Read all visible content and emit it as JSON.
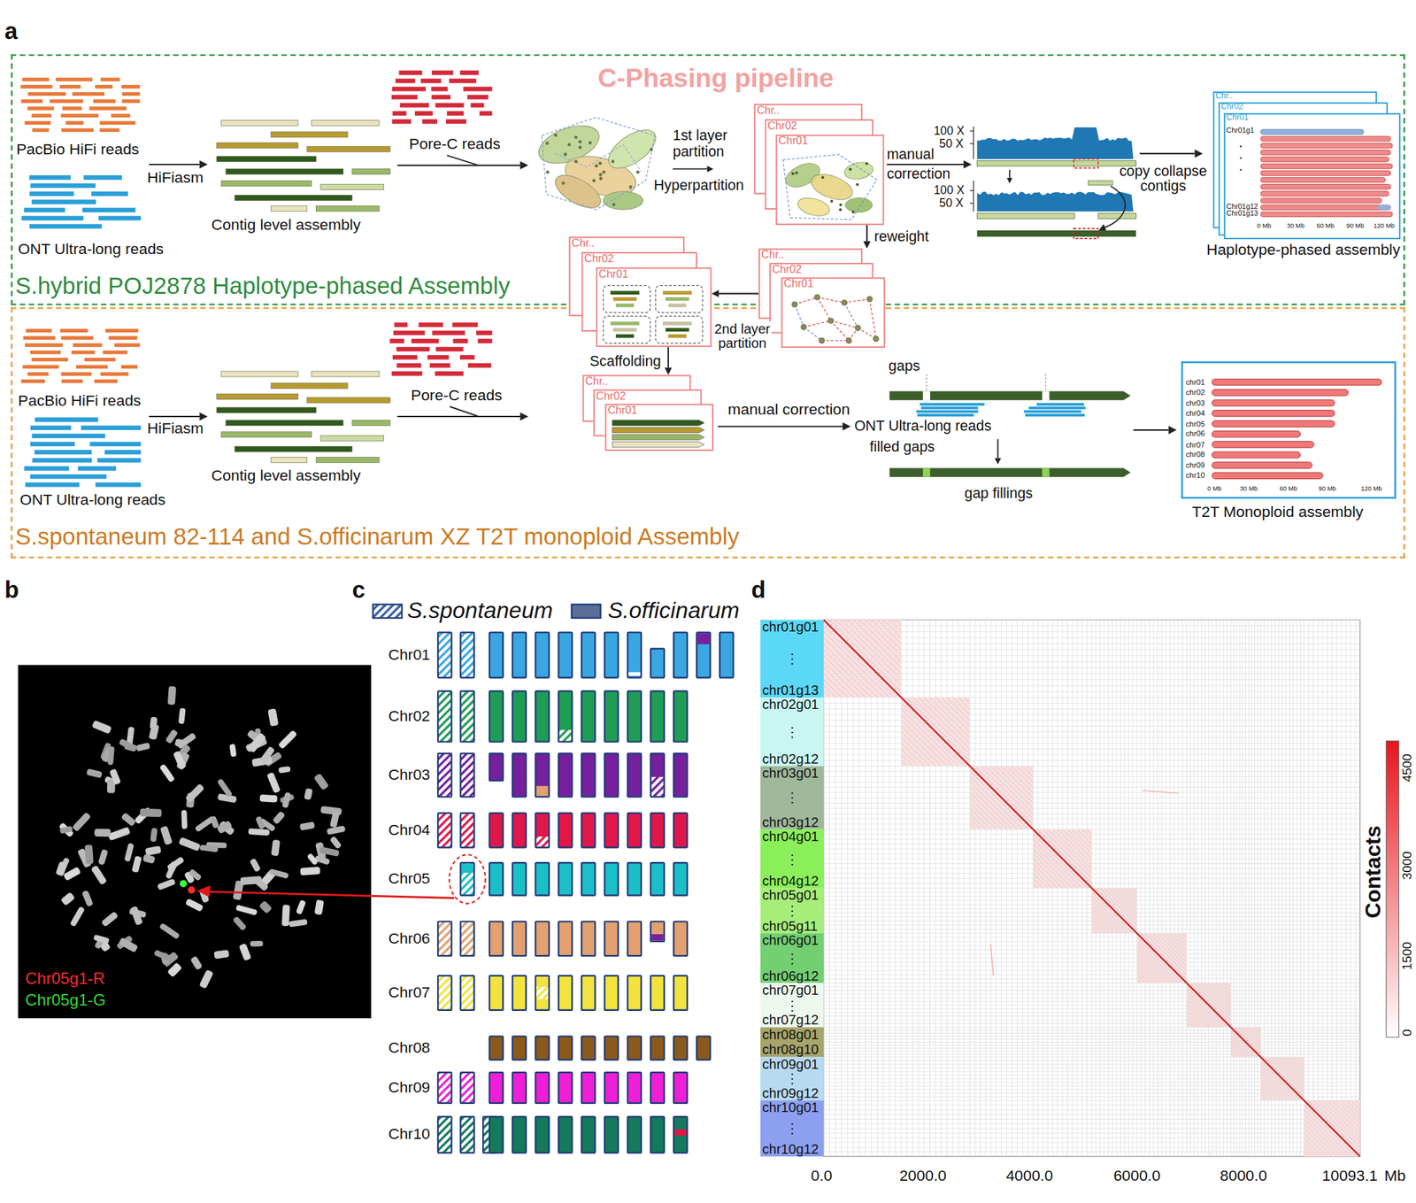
{
  "diagram": {
    "nodes": [
      {
        "text": [
          "S.hybrid POJ2878 Haplotype-phased Assembly"
        ]
      },
      {
        "text": [
          "S.spontaneum 82-114 and S.officinarum XZ T2T monoploid Assembly"
        ]
      },
      {
        "text": [
          "Chr..",
          "Chr02",
          "Chr01"
        ],
        "in": 0
      },
      {
        "text": [
          "Chr..",
          "Chr02",
          "Chr01"
        ]
      },
      {
        "text": [
          "Chr..",
          "Chr02",
          "Chr01"
        ]
      },
      {
        "text": [
          "Chr..",
          "Chr02",
          "Chr01"
        ],
        "in": 1
      },
      {
        "text": [
          "Chr..",
          "Chr02",
          "Chr01",
          "Haplotype-phased assembly"
        ],
        "in": 0
      },
      {
        "text": [
          "T2T Monoploid assembly"
        ],
        "in": 1
      },
      {
        "text": [
          "Chr05g1-R",
          "Chr05g1-G"
        ]
      },
      {
        "text": [
          "chr01g01",
          "⋮",
          "chr01g13"
        ]
      },
      {
        "text": [
          "chr02g01",
          "⋮",
          "chr02g12"
        ]
      },
      {
        "text": [
          "chr03g01",
          "⋮",
          "chr03g12"
        ]
      },
      {
        "text": [
          "chr04g01",
          "⋮",
          "chr04g12"
        ]
      },
      {
        "text": [
          "chr05g01",
          "⋮",
          "chr05g11"
        ]
      },
      {
        "text": [
          "chr06g01",
          "⋮",
          "chr06g12"
        ]
      },
      {
        "text": [
          "chr07g01",
          "⋮",
          "chr07g12"
        ]
      },
      {
        "text": [
          "chr08g01",
          "chr08g10"
        ]
      },
      {
        "text": [
          "chr09g01",
          "⋮",
          "chr09g12"
        ]
      },
      {
        "text": [
          "chr10g01",
          "⋮",
          "chr10g12"
        ]
      }
    ],
    "edges": [
      {
        "from": 2,
        "to": 3,
        "arrow": "to",
        "label": "reweight"
      },
      {
        "from": 3,
        "to": 4,
        "arrow": "to",
        "label": "2nd layer partition"
      },
      {
        "from": 4,
        "to": 5,
        "arrow": "to",
        "label": "Scaffolding"
      }
    ],
    "labels": [
      "a",
      "C-Phasing pipeline",
      "PacBio HiFi reads",
      "ONT Ultra-long reads",
      "HiFiasm",
      "Contig level assembly",
      "Pore-C reads",
      "1st layer partition",
      "Hyperpartition",
      "manual correction",
      "100 X",
      "50 X",
      "100 X",
      "50 X",
      "copy collapse contigs",
      "Chr01g1",
      "Chr01g12",
      "Chr01g13",
      "0 Mb",
      "30 Mb",
      "60 Mb",
      "90 Mb",
      "120 Mb",
      "PacBio HiFi reads",
      "ONT Ultra-long reads",
      "HiFiasm",
      "Contig level assembly",
      "Pore-C reads",
      "manual correction",
      "gaps",
      "ONT Ultra-long reads",
      "filled gaps",
      "gap fillings",
      "chr01",
      "chr02",
      "chr03",
      "chr04",
      "chr05",
      "chr06",
      "chr07",
      "chr08",
      "chr09",
      "chr10",
      "0 Mb",
      "30 Mb",
      "60 Mb",
      "90 Mb",
      "120 Mb",
      "b",
      "c",
      "Chr01",
      "Chr02",
      "Chr03",
      "Chr04",
      "Chr05",
      "Chr06",
      "Chr07",
      "Chr08",
      "Chr09",
      "Chr10",
      "d",
      "0.0",
      "2000.0",
      "4000.0",
      "6000.0",
      "8000.0",
      "10093.1",
      "Mb",
      "Contacts",
      "4500",
      "3000",
      "1500",
      "0"
    ],
    "legend": [
      {
        "text": "S.spontaneum"
      },
      {
        "text": "S.officinarum"
      }
    ]
  }
}
